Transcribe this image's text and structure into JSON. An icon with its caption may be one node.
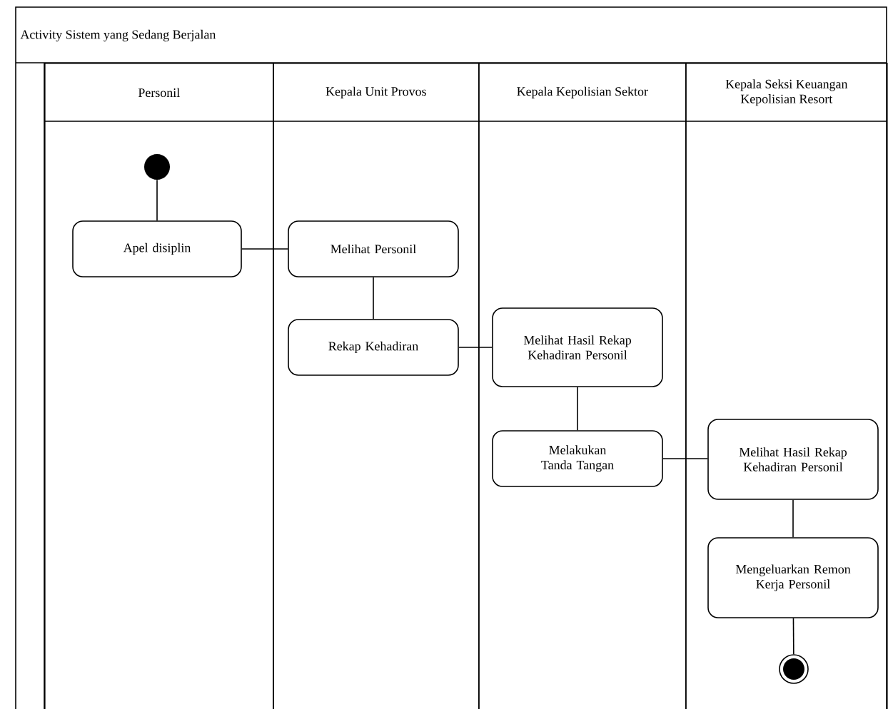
{
  "diagram": {
    "title": "Activity Sistem yang Sedang Berjalan",
    "nodes": [
      {
        "text": [
          "Personil"
        ]
      },
      {
        "text": [
          "Kepala Unit Provos"
        ]
      },
      {
        "text": [
          "Kepala Kepolisian Sektor"
        ]
      },
      {
        "text": [
          "Kepala Seksi Keuangan Kepolisian Resort"
        ]
      },
      {
        "text": [],
        "shape": "circle",
        "in": 0
      },
      {
        "text": [
          "Apel disiplin"
        ],
        "in": 0
      },
      {
        "text": [
          "Melihat Personil"
        ],
        "in": 1
      },
      {
        "text": [
          "Rekap Kehadiran"
        ],
        "in": 1
      },
      {
        "text": [
          "Melihat Hasil Rekap Kehadiran Personil"
        ],
        "in": 2
      },
      {
        "text": [
          "Melakukan Tanda Tangan"
        ],
        "in": 2
      },
      {
        "text": [
          "Melihat Hasil Rekap Kehadiran Personil"
        ],
        "in": 3
      },
      {
        "text": [
          "Mengeluarkan Remon Kerja Personil"
        ],
        "in": 3
      },
      {
        "text": [],
        "shape": "bullseye",
        "in": 3
      }
    ],
    "edges": [
      {
        "from": 4,
        "to": 5,
        "arrow": "none"
      },
      {
        "from": 5,
        "to": 6,
        "arrow": "none"
      },
      {
        "from": 6,
        "to": 7,
        "arrow": "none"
      },
      {
        "from": 7,
        "to": 8,
        "arrow": "none"
      },
      {
        "from": 8,
        "to": 9,
        "arrow": "none"
      },
      {
        "from": 9,
        "to": 10,
        "arrow": "none"
      },
      {
        "from": 10,
        "to": 11,
        "arrow": "none"
      },
      {
        "from": 11,
        "to": 12,
        "arrow": "none"
      }
    ]
  }
}
